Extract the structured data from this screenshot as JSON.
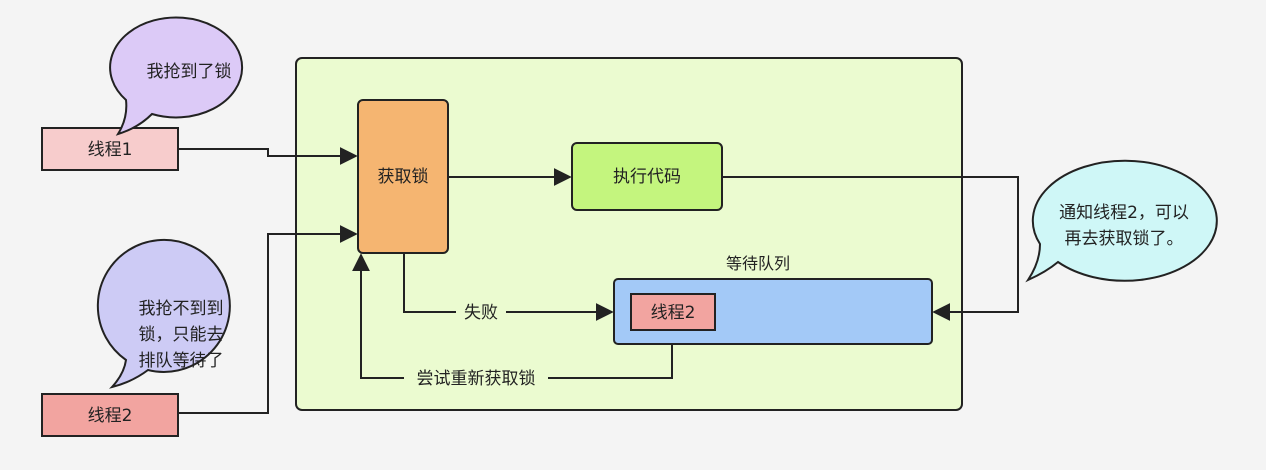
{
  "bubbles": {
    "got_lock": "我抢到了锁",
    "no_lock_lines": [
      "我抢不到到",
      "锁，只能去",
      "排队等待了"
    ],
    "notify_lines": [
      "通知线程2，可以",
      "再去获取锁了。"
    ]
  },
  "threads": {
    "thread1": "线程1",
    "thread2": "线程2",
    "queued_thread": "线程2"
  },
  "boxes": {
    "acquire_lock": "获取锁",
    "execute_code": "执行代码",
    "wait_queue_title": "等待队列"
  },
  "edges": {
    "fail": "失败",
    "retry": "尝试重新获取锁"
  },
  "colors": {
    "container_fill": "#ebfbd0",
    "acquire_fill": "#f5b571",
    "execute_fill": "#c4f57e",
    "queue_fill": "#a3c9f7",
    "thread1_fill": "#f7cccc",
    "thread2_fill": "#f2a4a0",
    "bubble_purple": "#dccaf7",
    "bubble_lavender": "#cdcbf5",
    "bubble_cyan": "#cff7f7"
  }
}
